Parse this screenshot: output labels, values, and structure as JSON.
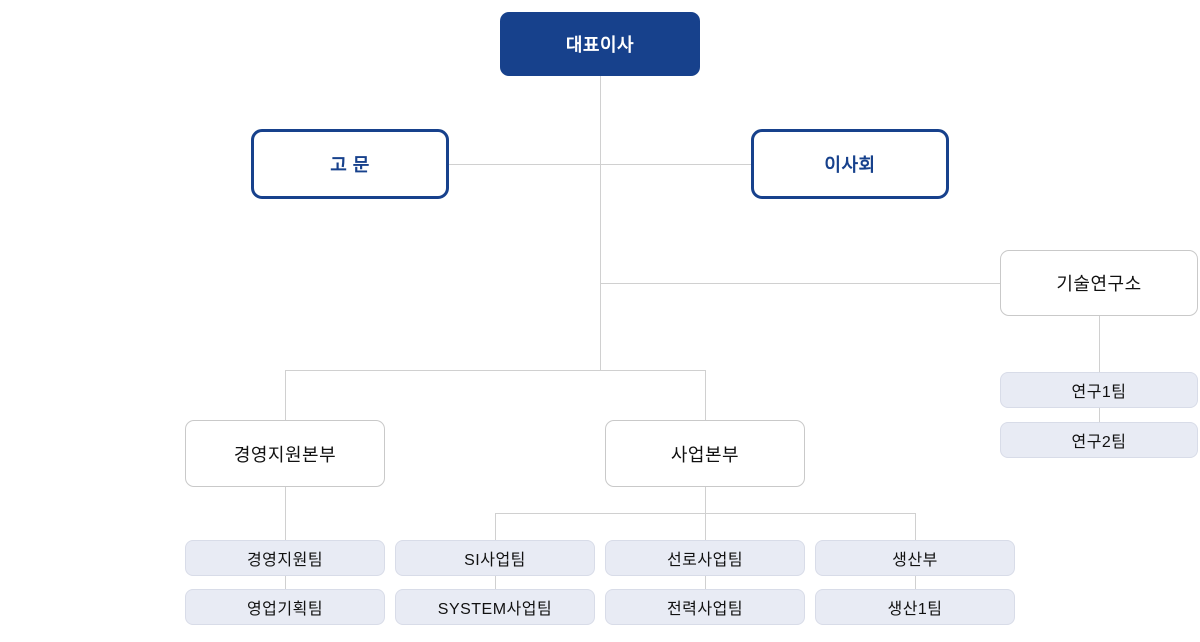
{
  "colors": {
    "primary_blue": "#17418c",
    "light_node_fill": "#e8ebf4",
    "light_node_border": "#d8dce8",
    "white_node_border": "#c9c9c9",
    "connector": "#d0d0d0",
    "text_dark": "#111111"
  },
  "nodes": {
    "ceo": "대표이사",
    "advisor": "고 문",
    "board": "이사회",
    "institute": "기술연구소",
    "research_team_1": "연구1팀",
    "research_team_2": "연구2팀",
    "management_division": "경영지원본부",
    "business_division": "사업본부",
    "management_team": "경영지원팀",
    "sales_planning_team": "영업기획팀",
    "si_team": "SI사업팀",
    "system_team": "SYSTEM사업팀",
    "line_team": "선로사업팀",
    "power_team": "전력사업팀",
    "production_dept": "생산부",
    "production_team_1": "생산1팀"
  },
  "hierarchy": {
    "root": "대표이사",
    "staff": [
      "고 문",
      "이사회"
    ],
    "branches": [
      {
        "name": "기술연구소",
        "teams": [
          "연구1팀",
          "연구2팀"
        ]
      },
      {
        "name": "경영지원본부",
        "teams": [
          "경영지원팀",
          "영업기획팀"
        ]
      },
      {
        "name": "사업본부",
        "teams": [
          "SI사업팀",
          "SYSTEM사업팀",
          "선로사업팀",
          "전력사업팀",
          "생산부",
          "생산1팀"
        ]
      }
    ]
  }
}
